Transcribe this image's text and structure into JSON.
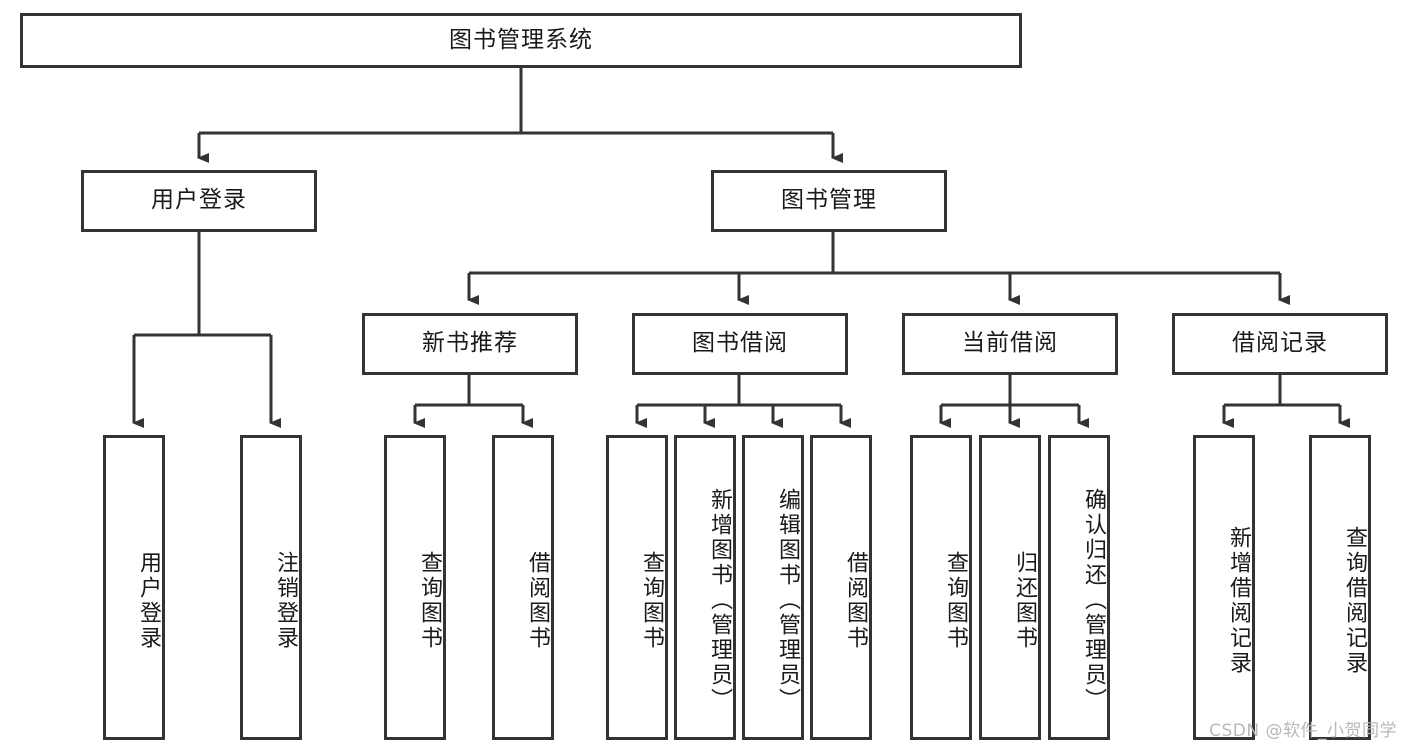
{
  "diagram": {
    "title": "图书管理系统",
    "root": {
      "label": "图书管理系统"
    },
    "level2": [
      {
        "label": "用户登录"
      },
      {
        "label": "图书管理"
      }
    ],
    "level3": [
      {
        "label": "新书推荐"
      },
      {
        "label": "图书借阅"
      },
      {
        "label": "当前借阅"
      },
      {
        "label": "借阅记录"
      }
    ],
    "leaves": {
      "user_login": [
        {
          "label": "用户登录"
        },
        {
          "label": "注销登录"
        }
      ],
      "new_book": [
        {
          "label": "查询图书"
        },
        {
          "label": "借阅图书"
        }
      ],
      "book_borrow": [
        {
          "label": "查询图书"
        },
        {
          "label": "新增图书（管理员）"
        },
        {
          "label": "编辑图书（管理员）"
        },
        {
          "label": "借阅图书"
        }
      ],
      "current_borrow": [
        {
          "label": "查询图书"
        },
        {
          "label": "归还图书"
        },
        {
          "label": "确认归还（管理员）"
        }
      ],
      "borrow_record": [
        {
          "label": "新增借阅记录"
        },
        {
          "label": "查询借阅记录"
        }
      ]
    }
  },
  "watermark": {
    "text": "CSDN @软件_小贺同学"
  },
  "colors": {
    "stroke": "#333333",
    "background": "#ffffff",
    "text": "#1a1a1a",
    "watermark": "#b8b8b8"
  }
}
